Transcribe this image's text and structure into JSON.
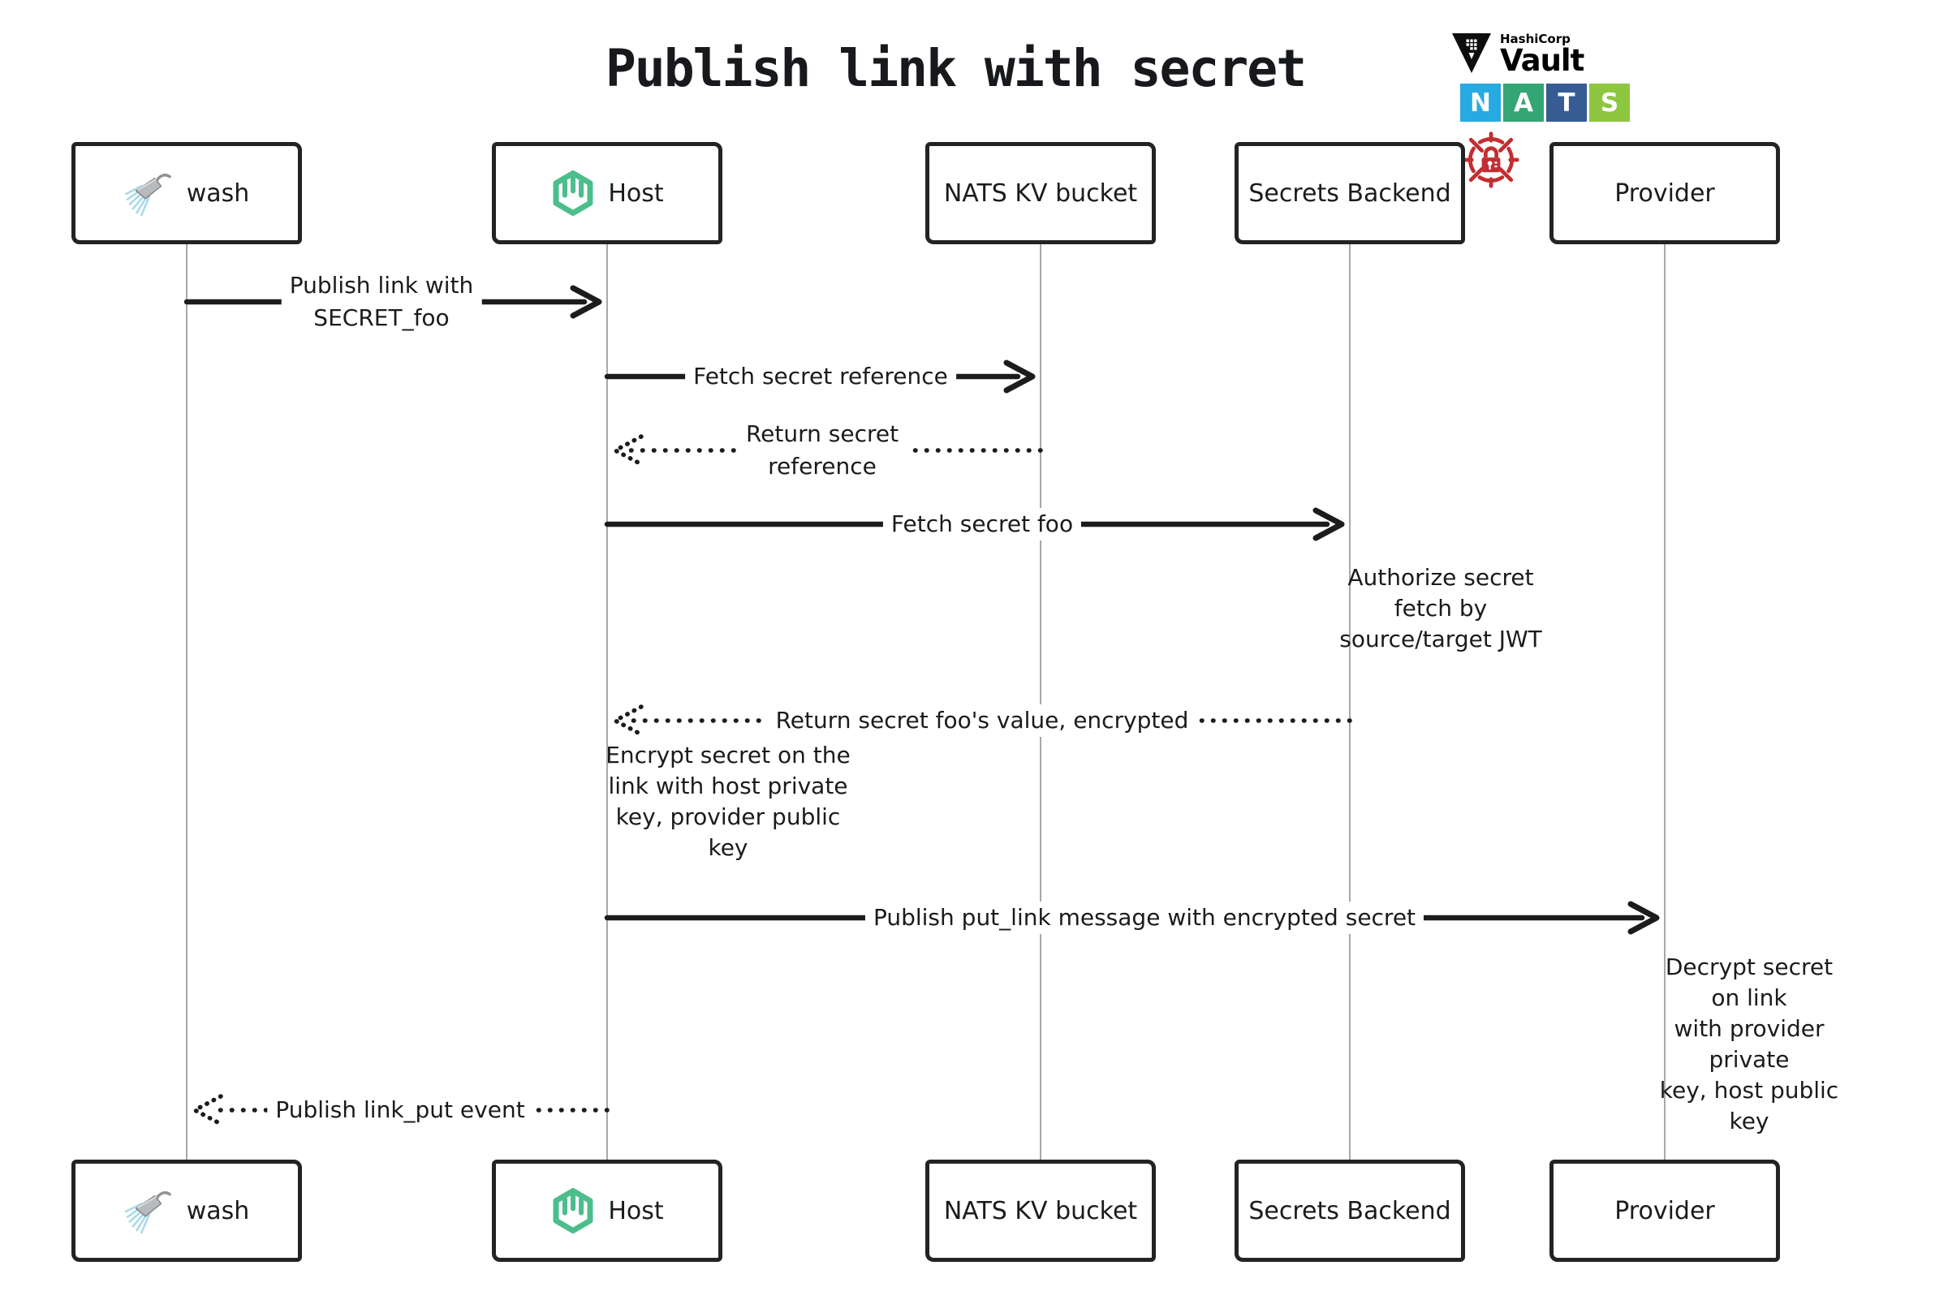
{
  "title": "Publish link with secret",
  "logos": {
    "hashicorp_label": "HashiCorp",
    "vault_label": "Vault",
    "nats_letters": [
      "N",
      "A",
      "T",
      "S"
    ],
    "nats_colors": [
      "#27AAE1",
      "#34A574",
      "#375C93",
      "#8DC63F"
    ],
    "vault_color": "#0d0d0d",
    "lock_color": "#C22E31"
  },
  "actors": [
    {
      "id": "wash",
      "label": "wash",
      "icon": "shower-icon"
    },
    {
      "id": "host",
      "label": "Host",
      "icon": "wasmcloud-icon"
    },
    {
      "id": "nats",
      "label": "NATS KV bucket",
      "icon": null
    },
    {
      "id": "secrets",
      "label": "Secrets Backend",
      "icon": null
    },
    {
      "id": "provider",
      "label": "Provider",
      "icon": null
    }
  ],
  "messages": [
    {
      "from": "wash",
      "to": "host",
      "style": "solid",
      "text": "Publish link with\nSECRET_foo"
    },
    {
      "from": "host",
      "to": "nats",
      "style": "solid",
      "text": "Fetch secret reference"
    },
    {
      "from": "nats",
      "to": "host",
      "style": "dotted",
      "text": "Return secret\nreference"
    },
    {
      "from": "host",
      "to": "secrets",
      "style": "solid",
      "text": "Fetch secret foo"
    },
    {
      "from": "secrets",
      "to": "host",
      "style": "dotted",
      "text": "Return secret foo's value, encrypted"
    },
    {
      "from": "host",
      "to": "provider",
      "style": "solid",
      "text": "Publish put_link message with encrypted secret"
    },
    {
      "from": "host",
      "to": "wash",
      "style": "dotted",
      "text": "Publish link_put event"
    }
  ],
  "notes": [
    {
      "anchor": "secrets",
      "text": "Authorize secret\nfetch by\nsource/target JWT"
    },
    {
      "anchor": "host",
      "text": "Encrypt secret on the\nlink with host private\nkey, provider public\nkey"
    },
    {
      "anchor": "provider",
      "text": "Decrypt secret on link\nwith provider private\nkey, host public key"
    }
  ]
}
